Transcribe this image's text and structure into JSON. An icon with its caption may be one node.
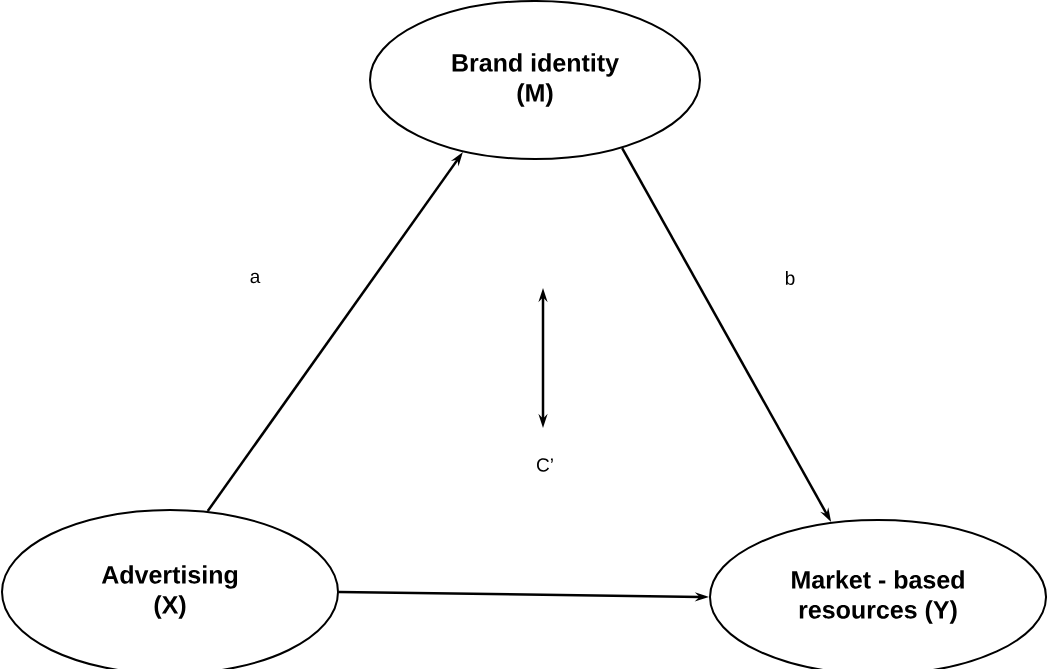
{
  "diagram": {
    "nodes": [
      {
        "text": [
          "Brand identity (M)"
        ]
      },
      {
        "text": [
          "Advertising (X)"
        ]
      },
      {
        "text": [
          "Market - based resources (Y)"
        ]
      }
    ],
    "edges": [
      {
        "from": 1,
        "to": 0,
        "arrow": "to",
        "label": "a"
      },
      {
        "from": 0,
        "to": 2,
        "arrow": "to",
        "label": "b"
      },
      {
        "from": 1,
        "to": 2,
        "arrow": "to"
      }
    ],
    "labels": [
      "C’"
    ]
  }
}
